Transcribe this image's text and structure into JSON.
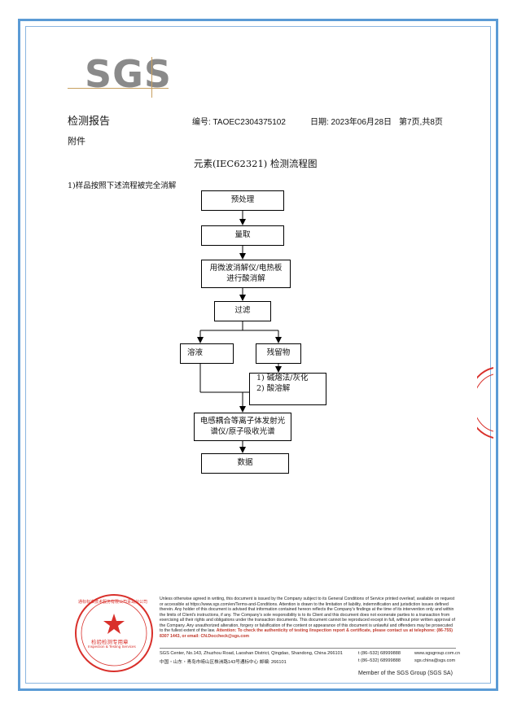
{
  "brand": {
    "logo_text": "SGS"
  },
  "header": {
    "title": "检测报告",
    "report_no": "编号: TAOEC2304375102",
    "date": "日期: 2023年06月28日",
    "page": "第7页,共8页"
  },
  "annex": "附件",
  "flowchart": {
    "title": "元素(IEC62321) 检测流程图",
    "step_note": "1)样品按照下述流程被完全消解",
    "boxes": {
      "pretreat": "预处理",
      "measure": "量取",
      "digest_l1": "用微波消解仪/电热板",
      "digest_l2": "进行酸消解",
      "filter": "过滤",
      "solution": "溶液",
      "residue": "残留物",
      "alkali_l1": "1) 碱熔法/灰化",
      "alkali_l2": "2) 酸溶解",
      "icp_l1": "电感耦合等离子体发射光",
      "icp_l2": "谱仪/原子吸收光谱",
      "data": "数据"
    }
  },
  "footer": {
    "disclaimer": "Unless otherwise agreed in writing, this document is issued by the Company subject to its General Conditions of Service printed overleaf, available on request or accessible at https://www.sgs.com/en/Terms-and-Conditions. Attention is drawn to the limitation of liability, indemnification and jurisdiction issues defined therein. Any holder of this document is advised that information contained hereon reflects the Company's findings at the time of its intervention only and within the limits of Client's instructions, if any. The Company's sole responsibility is to its Client and this document does not exonerate parties to a transaction from exercising all their rights and obligations under the transaction documents. This document cannot be reproduced except in full, without prior written approval of the Company. Any unauthorized alteration, forgery or falsification of the content or appearance of this document is unlawful and offenders may be prosecuted to the fullest extent of the law.",
    "attention": "Attention: To check the authenticity of testing /inspection report & certificate, please contact us at telephone: (86-755) 8307 1443, or email: CN.Doccheck@sgs.com",
    "address_en": "SGS Center, No.143, Zhuzhou Road, Laoshan District, Qingdao, Shandong, China  266101",
    "address_cn": "中国・山东・青岛市崂山区株洲路143号通标中心          邮编: 266101",
    "tel1": "t (86–532) 68999888",
    "tel2": "t (86–532) 68999888",
    "web1": "www.sgsgroup.com.cn",
    "web2": "sgs.china@sgs.com",
    "member": "Member of the SGS Group (SGS SA)"
  },
  "stamp": {
    "ring_text": "通标标准技术服务有限公司青岛分公司",
    "center_cn": "检验检测专用章",
    "center_en": "Inspection & Testing Services"
  },
  "colors": {
    "frame": "#5b9bd5",
    "stamp_red": "#d9302b",
    "logo_gray": "#8a8a8a"
  }
}
